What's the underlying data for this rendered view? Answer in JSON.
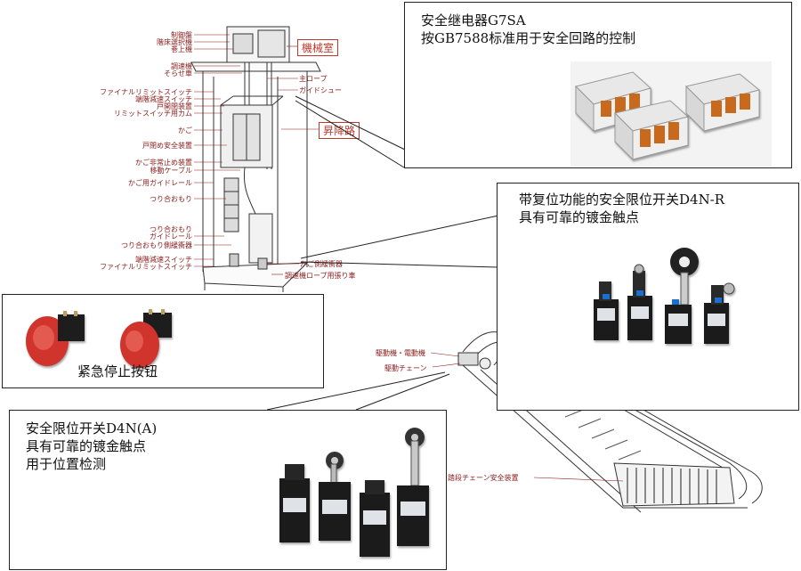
{
  "elevator": {
    "labels_left": [
      "制御盤",
      "階床選択機",
      "巻上機",
      "調速機",
      "そらせ車",
      "ファイナルリミットスイッチ",
      "端階減速スイッチ",
      "戸開閉装置",
      "リミットスイッチ用カム",
      "かご",
      "戸閉め安全装置",
      "かご非常止め装置",
      "移動ケーブル",
      "かご用ガイドレール",
      "つり合おもり",
      "つり合おもり",
      "ガイドレール",
      "つり合おもり側緩衝器",
      "端階減速スイッチ",
      "ファイナルリミットスイッチ"
    ],
    "labels_right": [
      "主ロープ",
      "ガイドシュー",
      "かご側緩衝器",
      "調速機ロープ用張り車"
    ],
    "section_machine_room": "機械室",
    "section_hoistway": "昇降路"
  },
  "escalator": {
    "labels": [
      "駆動機・電動機",
      "駆動チェーン",
      "踏段チェーン安全装置"
    ]
  },
  "callouts": {
    "relay": {
      "line1": "安全继电器G7SA",
      "line2": "按GB7588标准用于安全回路的控制"
    },
    "d4nr": {
      "line1": "带复位功能的安全限位开关D4N-R",
      "line2": "具有可靠的镀金触点"
    },
    "estop": {
      "caption": "紧急停止按钮"
    },
    "d4na": {
      "line1": "安全限位开关D4N(A)",
      "line2": "具有可靠的镀金触点",
      "line3": "用于位置检测"
    }
  },
  "colors": {
    "label_red": "#8b1a1a",
    "section_red": "#c0392b",
    "estop_red": "#d0342c",
    "relay_amber": "#c8691c",
    "switch_black": "#1b1b1b",
    "switch_blue": "#1a6fd0"
  }
}
